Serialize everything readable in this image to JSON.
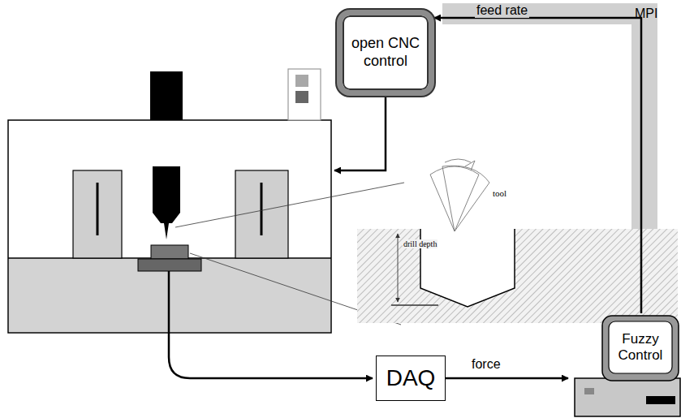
{
  "diagram": {
    "nodes": [
      {
        "text": [
          "open CNC control"
        ]
      },
      {
        "text": [
          "Fuzzy Control"
        ]
      },
      {
        "text": [
          "DAQ"
        ]
      }
    ],
    "edges": [
      {
        "from": 2,
        "to": 1,
        "label": "force",
        "arrow": "to"
      },
      {
        "from": 1,
        "to": 0,
        "label": "feed rate",
        "arrow": "to"
      }
    ],
    "labels": [
      "MPI",
      "tool",
      "drill depth"
    ]
  }
}
